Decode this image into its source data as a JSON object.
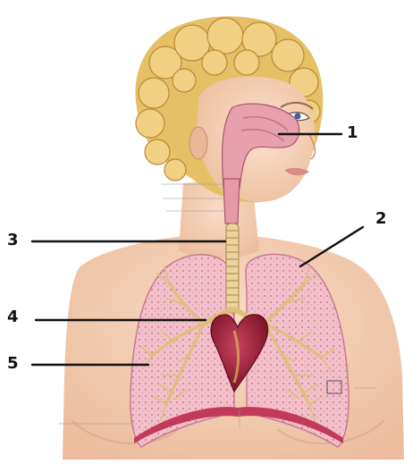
{
  "diagram": {
    "labels": [
      {
        "id": "nasal-cavity",
        "text": "1"
      },
      {
        "id": "lung",
        "text": "2"
      },
      {
        "id": "trachea",
        "text": "3"
      },
      {
        "id": "bronchus",
        "text": "4"
      },
      {
        "id": "bronchiole",
        "text": "5"
      }
    ]
  },
  "colors": {
    "skin": "#f4d2b8",
    "skin_shadow": "#e8b898",
    "hair": "#e6c066",
    "hair_dark": "#b88a34",
    "lung": "#f0b8c4",
    "lung_dot": "#d9849a",
    "bronchi": "#e8c98a",
    "heart": "#9e1f3a",
    "heart_light": "#c5455f",
    "nasal": "#e7a0ae",
    "diaphragm": "#c23a5a"
  }
}
